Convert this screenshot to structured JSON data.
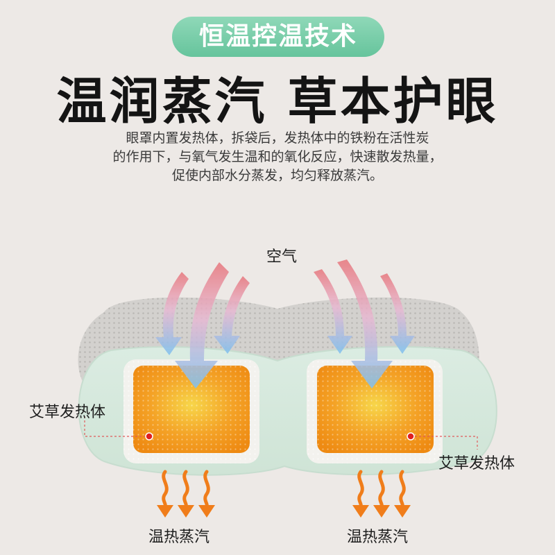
{
  "badge": "恒温控温技术",
  "headline": "温润蒸汽 草本护眼",
  "description": [
    "眼罩内置发热体，拆袋后，发热体中的铁粉在活性炭",
    "的作用下，与氧气发生温和的氧化反应，快速散发热量，",
    "促使内部水分蒸发，均匀释放蒸汽。"
  ],
  "diagram": {
    "air_label": "空气",
    "heater_left_label": "艾草发热体",
    "heater_right_label": "艾草发热体",
    "steam_left_label": "温热蒸汽",
    "steam_right_label": "温热蒸汽"
  },
  "colors": {
    "badge": "#66c49c",
    "heater": "#f39a1c",
    "mask_back": "#d3d1ce",
    "mask_front": "#d9eadf",
    "steam_arrow": "#f07d1a",
    "air_arrow_blue": "#8ec8f0",
    "air_arrow_red": "#e97a80",
    "marker": "#e02020"
  }
}
